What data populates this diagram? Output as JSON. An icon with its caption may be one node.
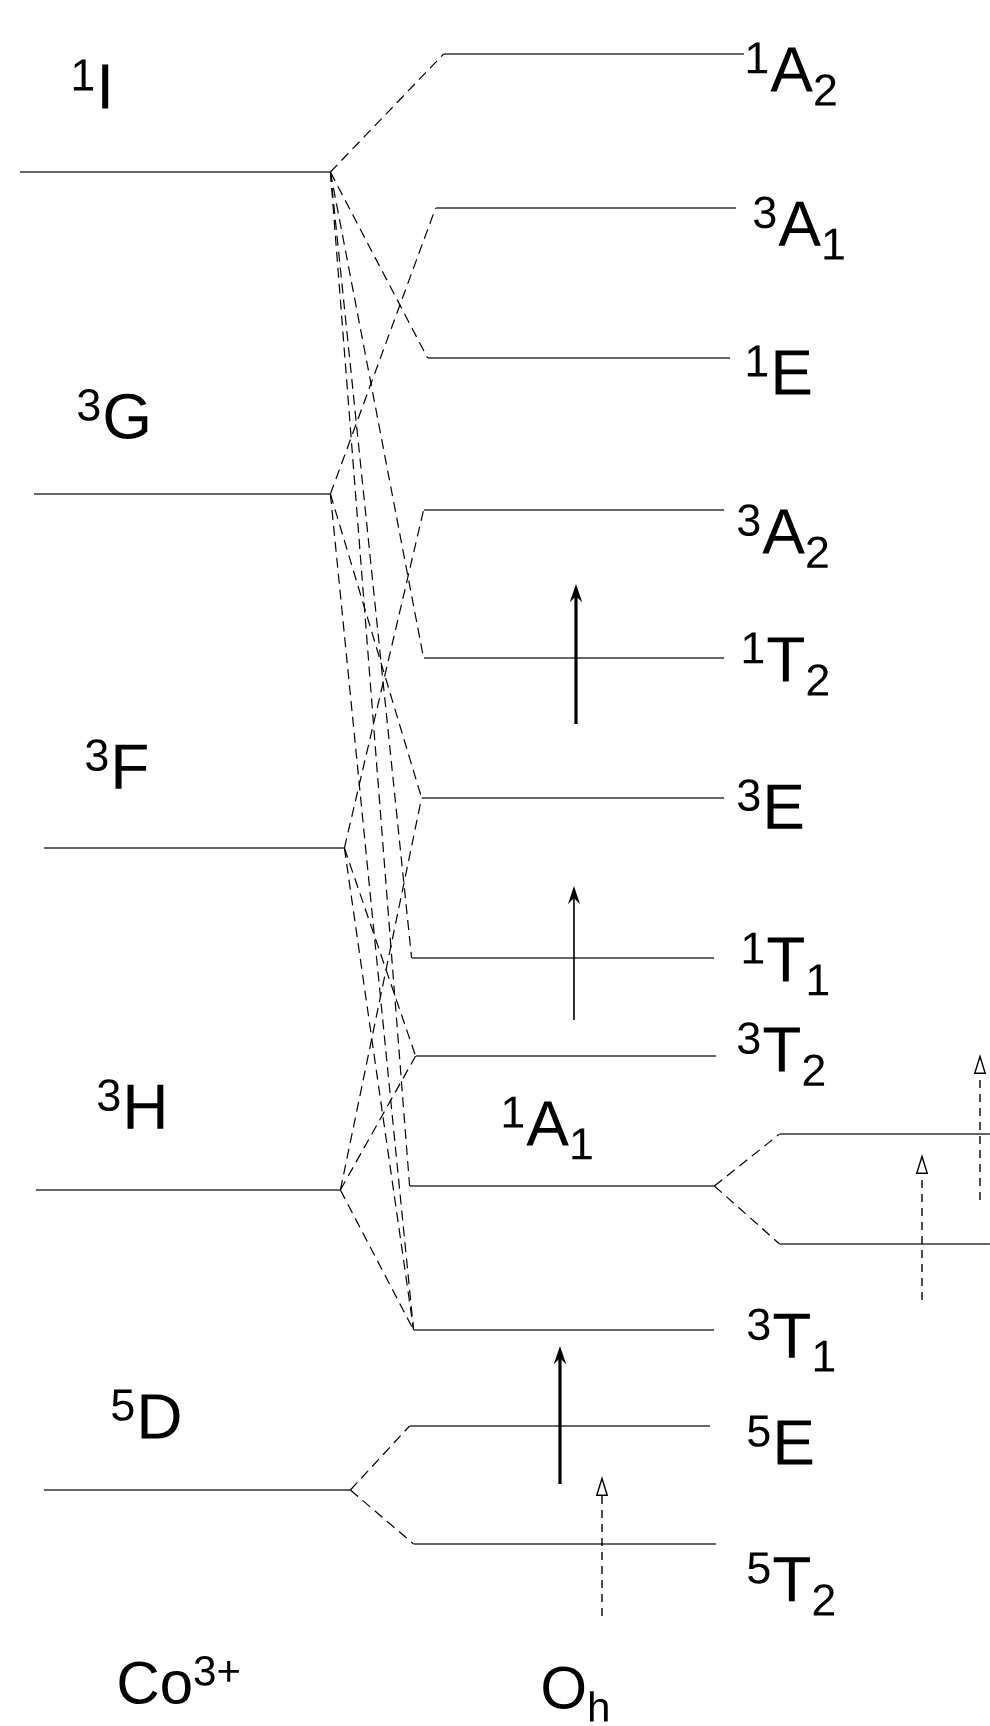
{
  "diagram": {
    "nodes": [
      {
        "text": [
          "$^{1}$I"
        ]
      },
      {
        "text": [
          "$^{3}$G"
        ]
      },
      {
        "text": [
          "$^{3}$F"
        ]
      },
      {
        "text": [
          "$^{3}$H"
        ]
      },
      {
        "text": [
          "$^{5}$D"
        ]
      },
      {
        "text": [
          "$^{1}$A$_{2}$"
        ]
      },
      {
        "text": [
          "$^{3}$A$_{1}$"
        ]
      },
      {
        "text": [
          "$^{1}$E"
        ]
      },
      {
        "text": [
          "$^{3}$A$_{2}$"
        ]
      },
      {
        "text": [
          "$^{1}$T$_{2}$"
        ]
      },
      {
        "text": [
          "$^{3}$E"
        ]
      },
      {
        "text": [
          "$^{1}$T$_{1}$"
        ]
      },
      {
        "text": [
          "$^{3}$T$_{2}$"
        ]
      },
      {
        "text": [
          "$^{1}$A$_{1}$"
        ]
      },
      {
        "text": [
          "$^{3}$T$_{1}$"
        ]
      },
      {
        "text": [
          "$^{5}$E"
        ]
      },
      {
        "text": [
          "$^{5}$T$_{2}$"
        ]
      },
      {
        "text": [],
        "shape": "bar"
      },
      {
        "text": [],
        "shape": "bar"
      }
    ],
    "edges": [
      {
        "from": 0,
        "to": 5,
        "arrow": "none",
        "style": "dashed"
      },
      {
        "from": 0,
        "to": 7,
        "arrow": "none",
        "style": "dashed"
      },
      {
        "from": 0,
        "to": 9,
        "arrow": "none",
        "style": "dashed"
      },
      {
        "from": 0,
        "to": 11,
        "arrow": "none",
        "style": "dashed"
      },
      {
        "from": 0,
        "to": 13,
        "arrow": "none",
        "style": "dashed"
      },
      {
        "from": 1,
        "to": 6,
        "arrow": "none",
        "style": "dashed"
      },
      {
        "from": 1,
        "to": 10,
        "arrow": "none",
        "style": "dashed"
      },
      {
        "from": 1,
        "to": 14,
        "arrow": "none",
        "style": "dashed"
      },
      {
        "from": 2,
        "to": 8,
        "arrow": "none",
        "style": "dashed"
      },
      {
        "from": 2,
        "to": 12,
        "arrow": "none",
        "style": "dashed"
      },
      {
        "from": 2,
        "to": 14,
        "arrow": "none",
        "style": "dashed"
      },
      {
        "from": 3,
        "to": 10,
        "arrow": "none",
        "style": "dashed"
      },
      {
        "from": 3,
        "to": 12,
        "arrow": "none",
        "style": "dashed"
      },
      {
        "from": 3,
        "to": 14,
        "arrow": "none",
        "style": "dashed"
      },
      {
        "from": 13,
        "to": 17,
        "arrow": "none",
        "style": "dashed"
      },
      {
        "from": 13,
        "to": 18,
        "arrow": "none",
        "style": "dashed"
      },
      {
        "from": 4,
        "to": 15,
        "arrow": "none",
        "style": "dashed"
      },
      {
        "from": 4,
        "to": 16,
        "arrow": "none",
        "style": "dashed"
      }
    ],
    "labels": [
      "Co$^{3+}$",
      "O$_{h}$"
    ]
  }
}
